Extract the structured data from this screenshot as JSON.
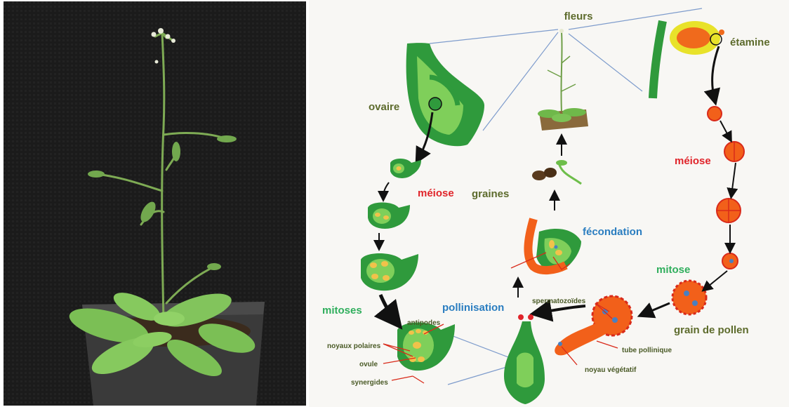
{
  "photo": {
    "subject": "arabidopsis-plant"
  },
  "labels": {
    "fleurs": "fleurs",
    "etamine": "étamine",
    "ovaire": "ovaire",
    "meiose_left": "méiose",
    "meiose_right": "méiose",
    "graines": "graines",
    "fecondation": "fécondation",
    "mitose": "mitose",
    "mitoses": "mitoses",
    "pollinisation": "pollinisation",
    "grain_de_pollen": "grain de pollen",
    "spermatozoides": "spermatozoïdes",
    "tube_pollinique": "tube pollinique",
    "noyau_vegetatif": "noyau végétatif",
    "antipodes": "antipodes",
    "noyaux_polaires": "noyaux polaires",
    "ovule": "ovule",
    "synergides": "synergides"
  },
  "colors": {
    "photo_background": "#1b1b1b",
    "diagram_background": "#f8f7f4",
    "plant_green": "#2f9a3c",
    "light_green": "#7fcf5a",
    "nucleus_yellow": "#f1c24a",
    "pollen_orange": "#f2601a",
    "pollen_red": "#d92a1a",
    "text_olive": "#5d6b2c",
    "text_red": "#e0242a",
    "text_blue": "#2a7dc0",
    "text_green": "#2fae5c",
    "connector_blue": "#7e9ccc"
  }
}
